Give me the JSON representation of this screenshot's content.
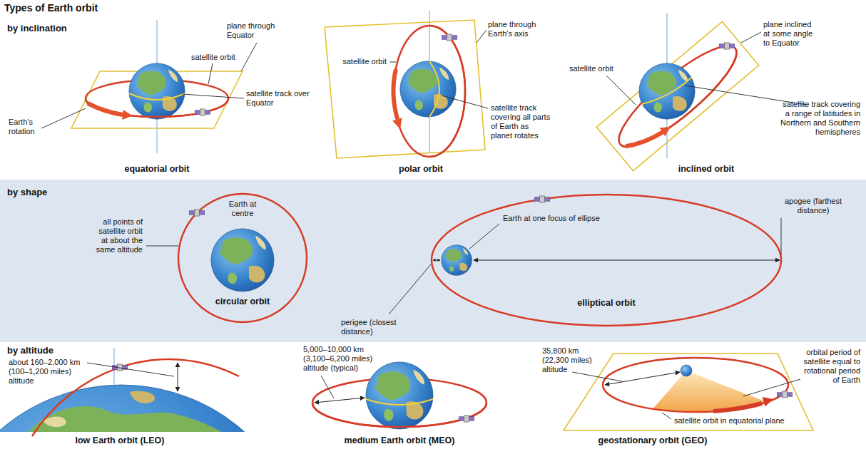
{
  "diagram": {
    "title": "Types of Earth orbit",
    "nodes": [
      {
        "text": [
          "by shape"
        ]
      }
    ],
    "labels": [
      "by inclination",
      "plane through Equator",
      "satellite orbit",
      "satellite track over Equator",
      "Earth's rotation",
      "equatorial orbit",
      "plane through Earth's axis",
      "satellite orbit",
      "satellite track covering all parts of Earth as planet rotates",
      "polar orbit",
      "plane inclined at some angle to Equator",
      "satellite orbit",
      "satellite track covering a range of latitudes in Northern and Southern hemispheres",
      "inclined orbit",
      "Earth at centre",
      "all points of satellite orbit at about the same altitude",
      "circular orbit",
      "Earth at one focus of ellipse",
      "apogee (farthest distance)",
      "perigee (closest distance)",
      "elliptical orbit",
      "by altitude",
      "about 160–2,000 km (100–1,200 miles) altitude",
      "low Earth orbit (LEO)",
      "5,000–10,000 km (3,100–6,200 miles) altitude (typical)",
      "medium Earth orbit (MEO)",
      "35,800 km (22,300 miles) altitude",
      "orbital period of satellite equal to rotational period of Earth",
      "satellite orbit in equatorial plane",
      "geostationary orbit (GEO)"
    ]
  }
}
